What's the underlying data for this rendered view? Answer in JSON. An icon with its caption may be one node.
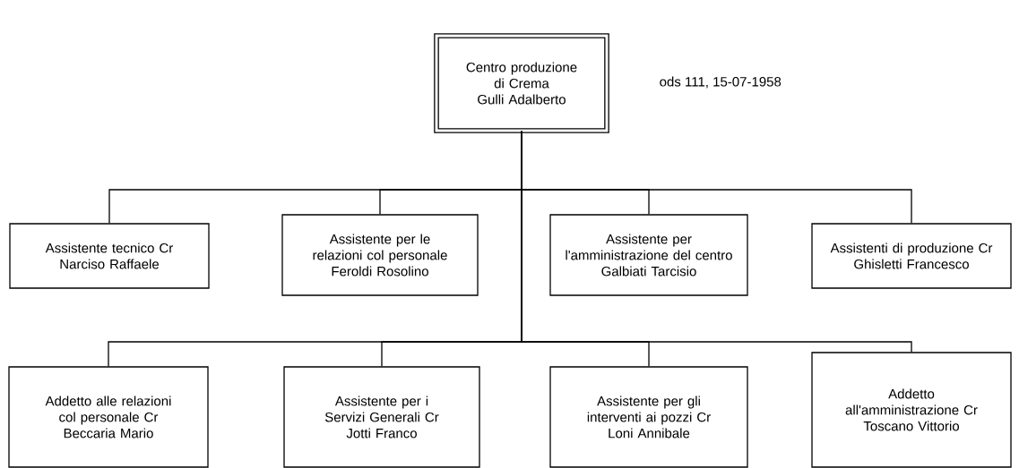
{
  "diagram": {
    "nodes": [
      {
        "text": [
          "Centro produzione di Crema",
          "Gulli Adalberto"
        ]
      },
      {
        "text": [
          "Assistente tecnico Cr",
          "Narciso Raffaele"
        ]
      },
      {
        "text": [
          "Assistente per le relazioni col personale",
          "Feroldi Rosolino"
        ]
      },
      {
        "text": [
          "Assistente per l'amministrazione del centro",
          "Galbiati Tarcisio"
        ]
      },
      {
        "text": [
          "Assistenti di produzione Cr",
          "Ghisletti Francesco"
        ]
      },
      {
        "text": [
          "Addetto alle relazioni col personale Cr",
          "Beccaria Mario"
        ]
      },
      {
        "text": [
          "Assistente per i Servizi Generali Cr",
          "Jotti Franco"
        ]
      },
      {
        "text": [
          "Assistente per gli interventi ai pozzi Cr",
          "Loni Annibale"
        ]
      },
      {
        "text": [
          "Addetto all'amministrazione Cr",
          "Toscano Vittorio"
        ]
      }
    ],
    "edges": [
      {
        "from": 0,
        "to": 1,
        "arrow": "none"
      },
      {
        "from": 0,
        "to": 2,
        "arrow": "none"
      },
      {
        "from": 0,
        "to": 3,
        "arrow": "none"
      },
      {
        "from": 0,
        "to": 4,
        "arrow": "none"
      },
      {
        "from": 0,
        "to": 5,
        "arrow": "none"
      },
      {
        "from": 0,
        "to": 6,
        "arrow": "none"
      },
      {
        "from": 0,
        "to": 7,
        "arrow": "none"
      },
      {
        "from": 0,
        "to": 8,
        "arrow": "none"
      }
    ],
    "labels": [
      "ods 111, 15-07-1958"
    ]
  }
}
